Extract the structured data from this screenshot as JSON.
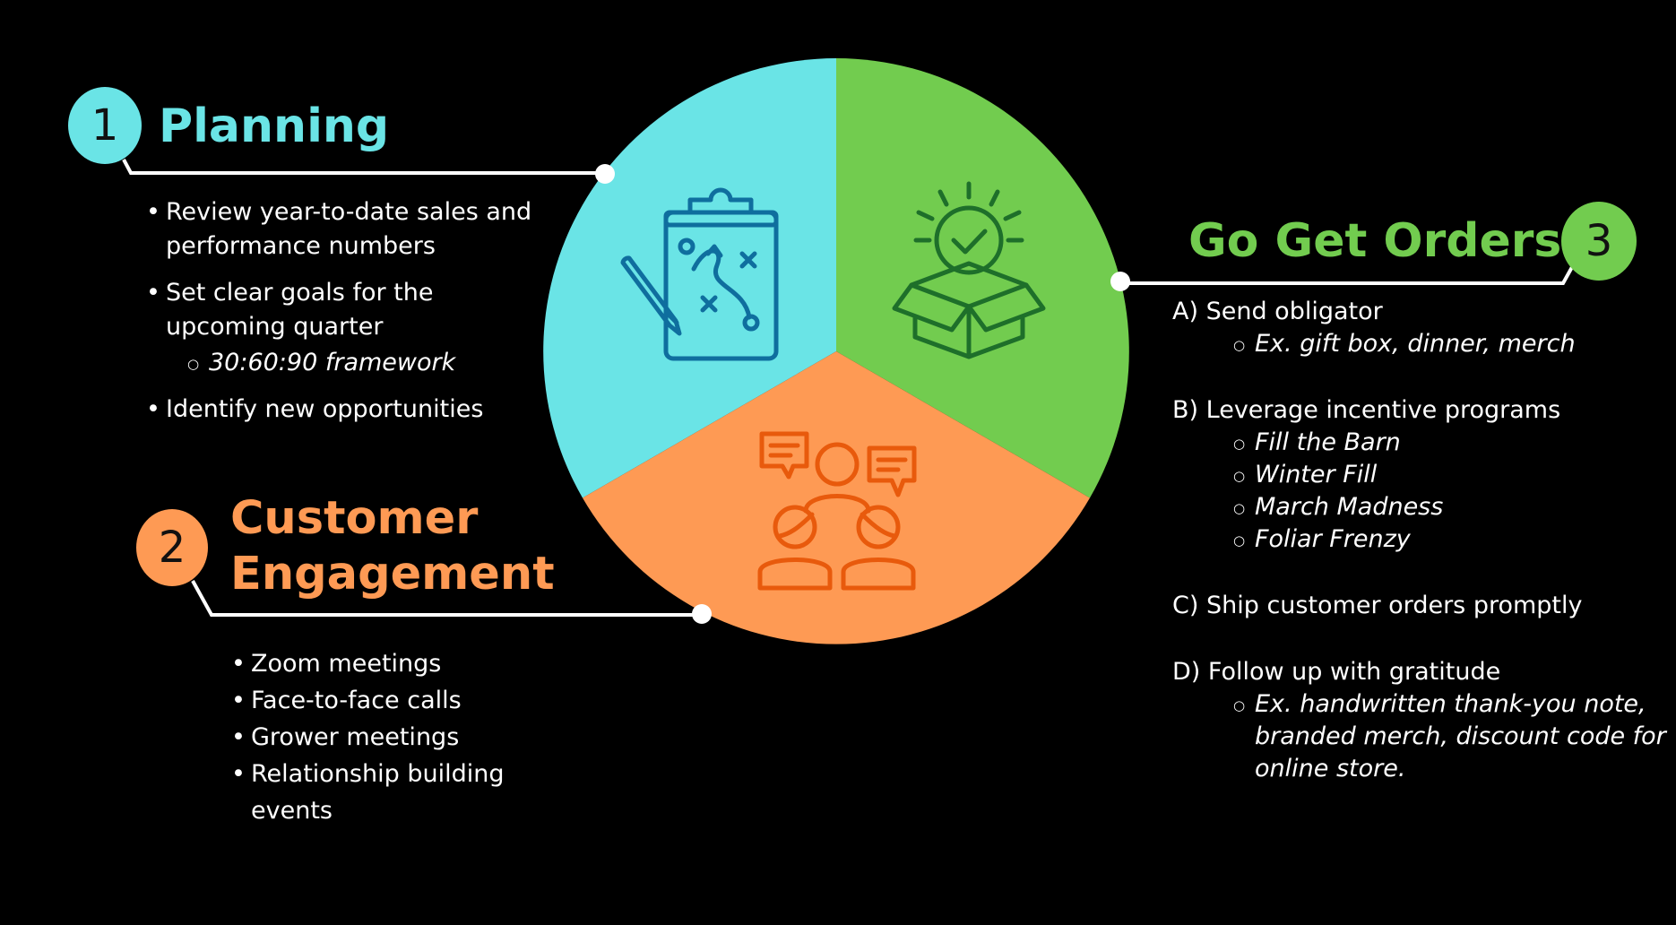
{
  "colors": {
    "background": "#000000",
    "planning": "#6ae4e6",
    "engagement": "#fe9a54",
    "orders": "#72cc4f",
    "planning_icon": "#0f6e9e",
    "engagement_icon": "#e85a0c",
    "orders_icon": "#1e6f2a",
    "connector": "#ffffff"
  },
  "icons": {
    "planning": "clipboard-strategy-icon",
    "orders": "gift-box-check-icon",
    "engagement": "meeting-people-icon"
  },
  "sections": {
    "planning": {
      "number": "1",
      "title": "Planning",
      "bullets": [
        {
          "text": "Review year-to-date sales and performance numbers",
          "sub": []
        },
        {
          "text": "Set clear goals for the upcoming quarter",
          "sub": [
            "30:60:90 framework"
          ]
        },
        {
          "text": "Identify new opportunities",
          "sub": []
        }
      ]
    },
    "engagement": {
      "number": "2",
      "title_line1": "Customer",
      "title_line2": "Engagement",
      "bullets": [
        "Zoom meetings",
        "Face-to-face calls",
        "Grower meetings",
        "Relationship building events"
      ]
    },
    "orders": {
      "number": "3",
      "title": "Go Get Orders",
      "steps": [
        {
          "label": "A) Send obligator",
          "sub": [
            "Ex. gift box, dinner, merch"
          ]
        },
        {
          "label": "B) Leverage incentive programs",
          "sub": [
            "Fill the Barn",
            "Winter Fill",
            "March Madness",
            "Foliar Frenzy"
          ]
        },
        {
          "label": "C) Ship customer orders promptly",
          "sub": []
        },
        {
          "label": "D) Follow up with gratitude",
          "sub": [
            "Ex. handwritten thank-you note, branded merch, discount code for online store."
          ]
        }
      ]
    }
  }
}
